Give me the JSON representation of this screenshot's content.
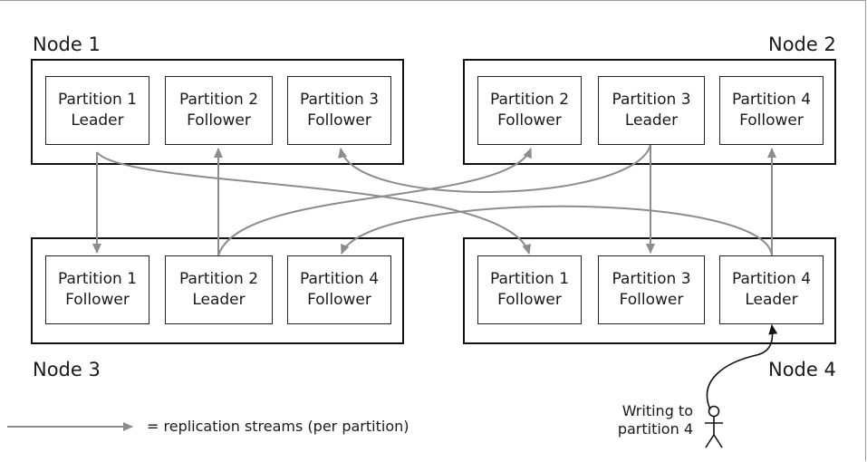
{
  "nodes": [
    {
      "label": "Node 1",
      "partitions": [
        {
          "name": "Partition 1",
          "role": "Leader"
        },
        {
          "name": "Partition 2",
          "role": "Follower"
        },
        {
          "name": "Partition 3",
          "role": "Follower"
        }
      ]
    },
    {
      "label": "Node 2",
      "partitions": [
        {
          "name": "Partition 2",
          "role": "Follower"
        },
        {
          "name": "Partition 3",
          "role": "Leader"
        },
        {
          "name": "Partition 4",
          "role": "Follower"
        }
      ]
    },
    {
      "label": "Node 3",
      "partitions": [
        {
          "name": "Partition 1",
          "role": "Follower"
        },
        {
          "name": "Partition 2",
          "role": "Leader"
        },
        {
          "name": "Partition 4",
          "role": "Follower"
        }
      ]
    },
    {
      "label": "Node 4",
      "partitions": [
        {
          "name": "Partition 1",
          "role": "Follower"
        },
        {
          "name": "Partition 3",
          "role": "Follower"
        },
        {
          "name": "Partition 4",
          "role": "Leader"
        }
      ]
    }
  ],
  "legend": {
    "text": "= replication streams (per partition)"
  },
  "writer": {
    "line1": "Writing to",
    "line2": "partition 4"
  },
  "colors": {
    "arrow": "#8c8c8c",
    "border": "#111111"
  }
}
